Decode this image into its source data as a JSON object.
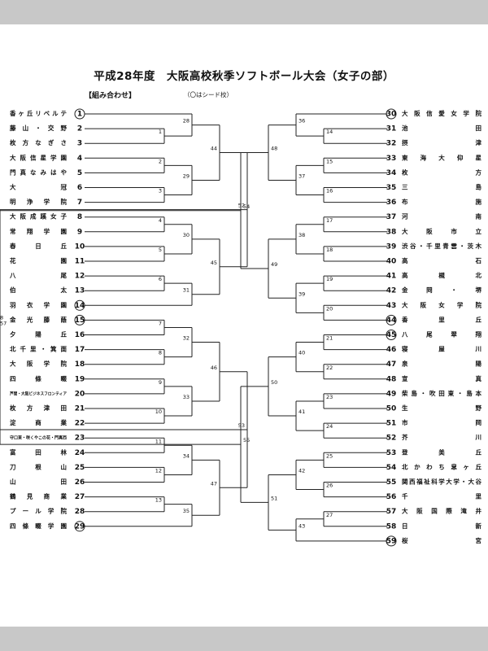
{
  "title": "平成28年度　大阪高校秋季ソフトボール大会（女子の部）",
  "section_label": "【組み合わせ】",
  "seed_note": "（〇はシード校）",
  "left_teams": [
    {
      "num": 1,
      "name": "香ヶ丘リベルテ",
      "seed": true
    },
    {
      "num": 2,
      "name": "藤山・交野",
      "seed": false
    },
    {
      "num": 3,
      "name": "枚方なぎさ",
      "seed": false
    },
    {
      "num": 4,
      "name": "大阪信星学園",
      "seed": false
    },
    {
      "num": 5,
      "name": "門真なみはや",
      "seed": false
    },
    {
      "num": 6,
      "name": "大冠",
      "seed": false
    },
    {
      "num": 7,
      "name": "明浄学院",
      "seed": false
    },
    {
      "num": 8,
      "name": "大阪成蹊女子",
      "seed": false
    },
    {
      "num": 9,
      "name": "常翔学園",
      "seed": false
    },
    {
      "num": 10,
      "name": "春日丘",
      "seed": false
    },
    {
      "num": 11,
      "name": "花園",
      "seed": false
    },
    {
      "num": 12,
      "name": "八尾",
      "seed": false
    },
    {
      "num": 13,
      "name": "伯太",
      "seed": false
    },
    {
      "num": 14,
      "name": "羽衣学園",
      "seed": true
    },
    {
      "num": 15,
      "name": "金光藤蔭",
      "seed": true
    },
    {
      "num": 16,
      "name": "夕陽丘",
      "seed": false
    },
    {
      "num": 17,
      "name": "北千里・箕面",
      "seed": false
    },
    {
      "num": 18,
      "name": "大阪学院",
      "seed": false
    },
    {
      "num": 19,
      "name": "四條畷",
      "seed": false
    },
    {
      "num": 20,
      "name": "芦間・大阪ビジネスフロンティア",
      "seed": false
    },
    {
      "num": 21,
      "name": "枚方津田",
      "seed": false
    },
    {
      "num": 22,
      "name": "淀商業",
      "seed": false
    },
    {
      "num": 23,
      "name": "守口東・咲くやこの花・門真西",
      "seed": false
    },
    {
      "num": 24,
      "name": "富田林",
      "seed": false
    },
    {
      "num": 25,
      "name": "刀根山",
      "seed": false
    },
    {
      "num": 26,
      "name": "山田",
      "seed": false
    },
    {
      "num": 27,
      "name": "鶴見商業",
      "seed": false
    },
    {
      "num": 28,
      "name": "プール学院",
      "seed": false
    },
    {
      "num": 29,
      "name": "四條畷学園",
      "seed": true
    }
  ],
  "right_teams": [
    {
      "num": 30,
      "name": "大阪信愛女学院",
      "seed": true
    },
    {
      "num": 31,
      "name": "池田",
      "seed": false
    },
    {
      "num": 32,
      "name": "摂津",
      "seed": false
    },
    {
      "num": 33,
      "name": "東海大仰星",
      "seed": false
    },
    {
      "num": 34,
      "name": "枚方",
      "seed": false
    },
    {
      "num": 35,
      "name": "三島",
      "seed": false
    },
    {
      "num": 36,
      "name": "布施",
      "seed": false
    },
    {
      "num": 37,
      "name": "河南",
      "seed": false
    },
    {
      "num": 38,
      "name": "大阪市立",
      "seed": false
    },
    {
      "num": 39,
      "name": "渋谷・千里青雲・茨木",
      "seed": false
    },
    {
      "num": 40,
      "name": "高石",
      "seed": false
    },
    {
      "num": 41,
      "name": "高槻北",
      "seed": false
    },
    {
      "num": 42,
      "name": "金岡・堺",
      "seed": false
    },
    {
      "num": 43,
      "name": "大阪女学院",
      "seed": false
    },
    {
      "num": 44,
      "name": "香里丘",
      "seed": true
    },
    {
      "num": 45,
      "name": "八尾翠翔",
      "seed": true
    },
    {
      "num": 46,
      "name": "寝屋川",
      "seed": false
    },
    {
      "num": 47,
      "name": "泉陽",
      "seed": false
    },
    {
      "num": 48,
      "name": "宣真",
      "seed": false
    },
    {
      "num": 49,
      "name": "柴島・吹田東・島本",
      "seed": false
    },
    {
      "num": 50,
      "name": "生野",
      "seed": false
    },
    {
      "num": 51,
      "name": "市岡",
      "seed": false
    },
    {
      "num": 52,
      "name": "芥川",
      "seed": false
    },
    {
      "num": 53,
      "name": "登美丘",
      "seed": false
    },
    {
      "num": 54,
      "name": "北かわち皐ヶ丘",
      "seed": false
    },
    {
      "num": 55,
      "name": "関西福祉科学大学・大谷",
      "seed": false
    },
    {
      "num": 56,
      "name": "千里",
      "seed": false
    },
    {
      "num": 57,
      "name": "大阪国際滝井",
      "seed": false
    },
    {
      "num": 58,
      "name": "日新",
      "seed": false
    },
    {
      "num": 59,
      "name": "桜宮",
      "seed": true
    }
  ],
  "matches": [
    {
      "id": "1",
      "side": "L",
      "level": 1,
      "a": 2,
      "b": 3
    },
    {
      "id": "2",
      "side": "L",
      "level": 1,
      "a": 4,
      "b": 5
    },
    {
      "id": "3",
      "side": "L",
      "level": 1,
      "a": 6,
      "b": 7
    },
    {
      "id": "4",
      "side": "L",
      "level": 1,
      "a": 8,
      "b": 9
    },
    {
      "id": "5",
      "side": "L",
      "level": 1,
      "a": 10,
      "b": 11
    },
    {
      "id": "6",
      "side": "L",
      "level": 1,
      "a": 12,
      "b": 13
    },
    {
      "id": "7",
      "side": "L",
      "level": 1,
      "a": 15,
      "b": 16
    },
    {
      "id": "8",
      "side": "L",
      "level": 1,
      "a": 17,
      "b": 18
    },
    {
      "id": "9",
      "side": "L",
      "level": 1,
      "a": 19,
      "b": 20
    },
    {
      "id": "10",
      "side": "L",
      "level": 1,
      "a": 21,
      "b": 22
    },
    {
      "id": "11",
      "side": "L",
      "level": 1,
      "a": 23,
      "b": 24
    },
    {
      "id": "12",
      "side": "L",
      "level": 1,
      "a": 25,
      "b": 26
    },
    {
      "id": "13",
      "side": "L",
      "level": 1,
      "a": 27,
      "b": 28
    },
    {
      "id": "28",
      "side": "L",
      "level": 2,
      "a": "t1",
      "b": "m1"
    },
    {
      "id": "29",
      "side": "L",
      "level": 2,
      "a": "m2",
      "b": "m3"
    },
    {
      "id": "30",
      "side": "L",
      "level": 2,
      "a": "m4",
      "b": "m5"
    },
    {
      "id": "31",
      "side": "L",
      "level": 2,
      "a": "m6",
      "b": "t14"
    },
    {
      "id": "32",
      "side": "L",
      "level": 2,
      "a": "m7",
      "b": "m8"
    },
    {
      "id": "33",
      "side": "L",
      "level": 2,
      "a": "m9",
      "b": "m10"
    },
    {
      "id": "34",
      "side": "L",
      "level": 2,
      "a": "m11",
      "b": "m12"
    },
    {
      "id": "35",
      "side": "L",
      "level": 2,
      "a": "m13",
      "b": "t29"
    },
    {
      "id": "44",
      "side": "L",
      "level": 3,
      "a": "m28",
      "b": "m29"
    },
    {
      "id": "45",
      "side": "L",
      "level": 3,
      "a": "m30",
      "b": "m31"
    },
    {
      "id": "46",
      "side": "L",
      "level": 3,
      "a": "m32",
      "b": "m33"
    },
    {
      "id": "47",
      "side": "L",
      "level": 3,
      "a": "m34",
      "b": "m35"
    },
    {
      "id": "52",
      "side": "L",
      "level": 4,
      "a": "m44",
      "b": "m45"
    },
    {
      "id": "53",
      "side": "L",
      "level": 4,
      "a": "m46",
      "b": "m47"
    },
    {
      "id": "56",
      "side": "L",
      "level": 5,
      "a": "m52",
      "b": "m53"
    },
    {
      "id": "14",
      "side": "R",
      "level": 1,
      "a": 31,
      "b": 32
    },
    {
      "id": "15",
      "side": "R",
      "level": 1,
      "a": 33,
      "b": 34
    },
    {
      "id": "16",
      "side": "R",
      "level": 1,
      "a": 35,
      "b": 36
    },
    {
      "id": "17",
      "side": "R",
      "level": 1,
      "a": 37,
      "b": 38
    },
    {
      "id": "18",
      "side": "R",
      "level": 1,
      "a": 39,
      "b": 40
    },
    {
      "id": "19",
      "side": "R",
      "level": 1,
      "a": 41,
      "b": 42
    },
    {
      "id": "20",
      "side": "R",
      "level": 1,
      "a": 43,
      "b": 44
    },
    {
      "id": "21",
      "side": "R",
      "level": 1,
      "a": 45,
      "b": 46
    },
    {
      "id": "22",
      "side": "R",
      "level": 1,
      "a": 47,
      "b": 48
    },
    {
      "id": "23",
      "side": "R",
      "level": 1,
      "a": 49,
      "b": 50
    },
    {
      "id": "24",
      "side": "R",
      "level": 1,
      "a": 51,
      "b": 52
    },
    {
      "id": "25",
      "side": "R",
      "level": 1,
      "a": 53,
      "b": 54
    },
    {
      "id": "26",
      "side": "R",
      "level": 1,
      "a": 55,
      "b": 56
    },
    {
      "id": "27",
      "side": "R",
      "level": 1,
      "a": 57,
      "b": 58
    },
    {
      "id": "36",
      "side": "R",
      "level": 2,
      "a": "t30",
      "b": "m14"
    },
    {
      "id": "37",
      "side": "R",
      "level": 2,
      "a": "m15",
      "b": "m16"
    },
    {
      "id": "38",
      "side": "R",
      "level": 2,
      "a": "m17",
      "b": "m18"
    },
    {
      "id": "39",
      "side": "R",
      "level": 2,
      "a": "m19",
      "b": "m20"
    },
    {
      "id": "40",
      "side": "R",
      "level": 2,
      "a": "m21",
      "b": "m22"
    },
    {
      "id": "41",
      "side": "R",
      "level": 2,
      "a": "m23",
      "b": "m24"
    },
    {
      "id": "42",
      "side": "R",
      "level": 2,
      "a": "m25",
      "b": "m26"
    },
    {
      "id": "43",
      "side": "R",
      "level": 2,
      "a": "m27",
      "b": "t59"
    },
    {
      "id": "48",
      "side": "R",
      "level": 3,
      "a": "m36",
      "b": "m37"
    },
    {
      "id": "49",
      "side": "R",
      "level": 3,
      "a": "m38",
      "b": "m39"
    },
    {
      "id": "50",
      "side": "R",
      "level": 3,
      "a": "m40",
      "b": "m41"
    },
    {
      "id": "51",
      "side": "R",
      "level": 3,
      "a": "m42",
      "b": "m43"
    },
    {
      "id": "54",
      "side": "R",
      "level": 4,
      "a": "m48",
      "b": "m49"
    },
    {
      "id": "55",
      "side": "R",
      "level": 4,
      "a": "m50",
      "b": "m51"
    },
    {
      "id": "57",
      "side": "R",
      "level": 5,
      "a": "m54",
      "b": "m55"
    }
  ],
  "final": {
    "id": "58",
    "a": "m56",
    "b": "m57"
  }
}
